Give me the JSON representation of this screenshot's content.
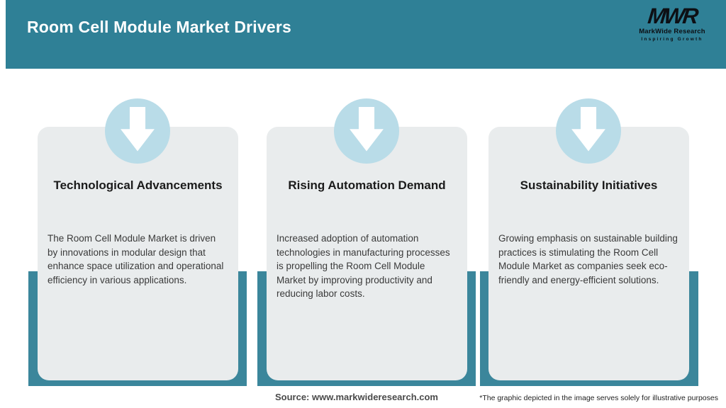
{
  "header": {
    "title": "Room Cell Module Market Drivers"
  },
  "logo": {
    "acronym": "MWR",
    "name": "MarkWide Research",
    "tagline": "Inspiring Growth"
  },
  "cards": [
    {
      "icon": "arrow-down-icon",
      "title": "Technological Advancements",
      "description": "The Room Cell Module Market is driven by innovations in modular design that enhance space utilization and operational efficiency in various applications."
    },
    {
      "icon": "arrow-down-icon",
      "title": "Rising Automation Demand",
      "description": "Increased adoption of automation technologies in manufacturing processes is propelling the Room Cell Module Market by improving productivity and reducing labor costs."
    },
    {
      "icon": "arrow-down-icon",
      "title": "Sustainability Initiatives",
      "description": "Growing emphasis on sustainable building practices is stimulating the Room Cell Module Market as companies seek eco-friendly and energy-efficient solutions."
    }
  ],
  "footer": {
    "source": "Source: www.markwideresearch.com",
    "disclaimer": "*The graphic depicted in the image serves solely for illustrative purposes"
  },
  "colors": {
    "header_bg": "#2F8096",
    "band_teal": "#3B869B",
    "card_bg": "#E9ECED",
    "circle_blue": "#B9DCE8",
    "title_text": "#1B1B1B",
    "body_text": "#3A3A3A"
  }
}
